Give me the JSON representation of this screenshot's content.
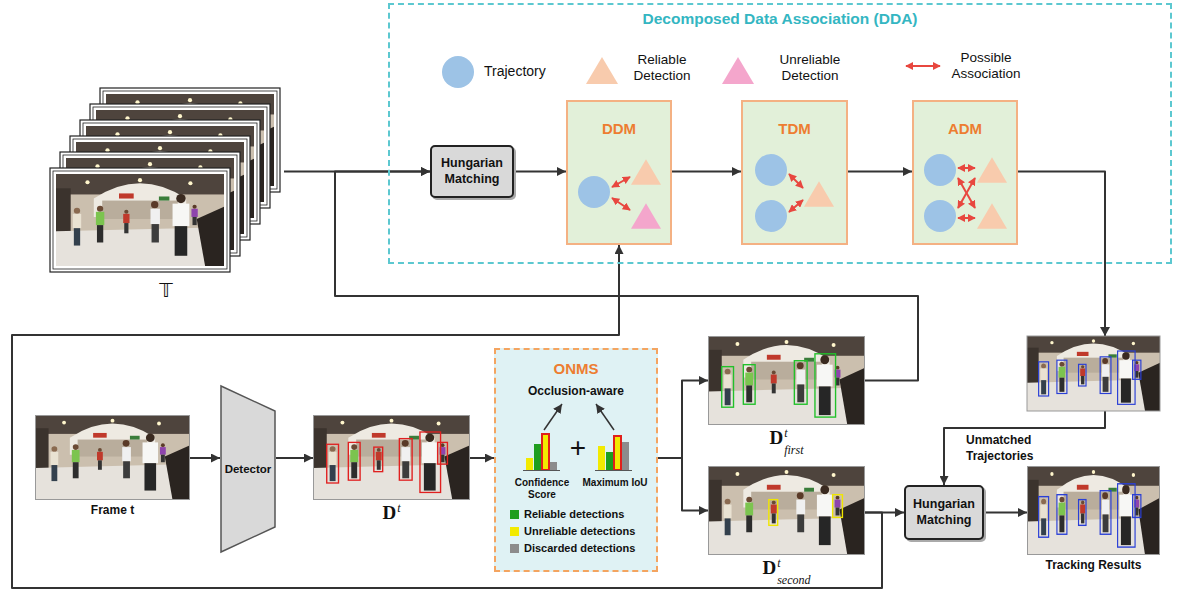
{
  "diagram": {
    "nodes": [
      {
        "text": [
          "Decomposed Data Association (DDA)"
        ]
      },
      {
        "text": [
          "Hungarian Matching"
        ],
        "in": 0
      },
      {
        "text": [
          "DDM"
        ],
        "in": 0
      },
      {
        "text": [
          "TDM"
        ],
        "in": 0
      },
      {
        "text": [
          "ADM"
        ],
        "in": 0
      },
      {
        "text": [
          "𝕋"
        ]
      },
      {
        "text": [
          "Frame t"
        ]
      },
      {
        "text": [
          "Detector"
        ]
      },
      {
        "text": [
          "D",
          "t"
        ]
      },
      {
        "text": [
          "ONMS",
          "Occlusion-aware",
          "Confidence Score",
          "+",
          "Maximum IoU"
        ]
      },
      {
        "text": [
          "D",
          "t",
          "first"
        ]
      },
      {
        "text": [
          "D",
          "t",
          "second"
        ]
      },
      {
        "text": [
          "Hungarian Matching"
        ]
      },
      {
        "text": [
          "Tracking Results"
        ]
      }
    ],
    "edges": [
      {
        "from": 5,
        "to": 1,
        "arrow": "to"
      },
      {
        "from": 1,
        "to": 2,
        "arrow": "to"
      },
      {
        "from": 2,
        "to": 3,
        "arrow": "to"
      },
      {
        "from": 3,
        "to": 4,
        "arrow": "to"
      },
      {
        "from": 4,
        "to": 12,
        "label": "Unmatched Trajectories",
        "arrow": "to"
      },
      {
        "from": 10,
        "to": 1,
        "arrow": "to"
      },
      {
        "from": 11,
        "to": 2,
        "arrow": "to"
      },
      {
        "from": 11,
        "to": 12,
        "arrow": "to"
      },
      {
        "from": 6,
        "to": 7,
        "arrow": "to"
      },
      {
        "from": 7,
        "to": 8,
        "arrow": "to"
      },
      {
        "from": 8,
        "to": 9,
        "arrow": "to"
      },
      {
        "from": 9,
        "to": 10,
        "arrow": "to"
      },
      {
        "from": 9,
        "to": 11,
        "arrow": "to"
      },
      {
        "from": 12,
        "to": 13,
        "arrow": "to"
      }
    ],
    "legend": [
      {
        "text": "Trajectory"
      },
      {
        "text": "Reliable Detection"
      },
      {
        "text": "Unreliable Detection"
      },
      {
        "text": "Possible Association"
      },
      {
        "text": "Reliable detections",
        "color": "#1e9e1e"
      },
      {
        "text": "Unreliable detections",
        "color": "#f2ea00"
      },
      {
        "text": "Discarded detections",
        "color": "#8c8c8c"
      }
    ]
  }
}
